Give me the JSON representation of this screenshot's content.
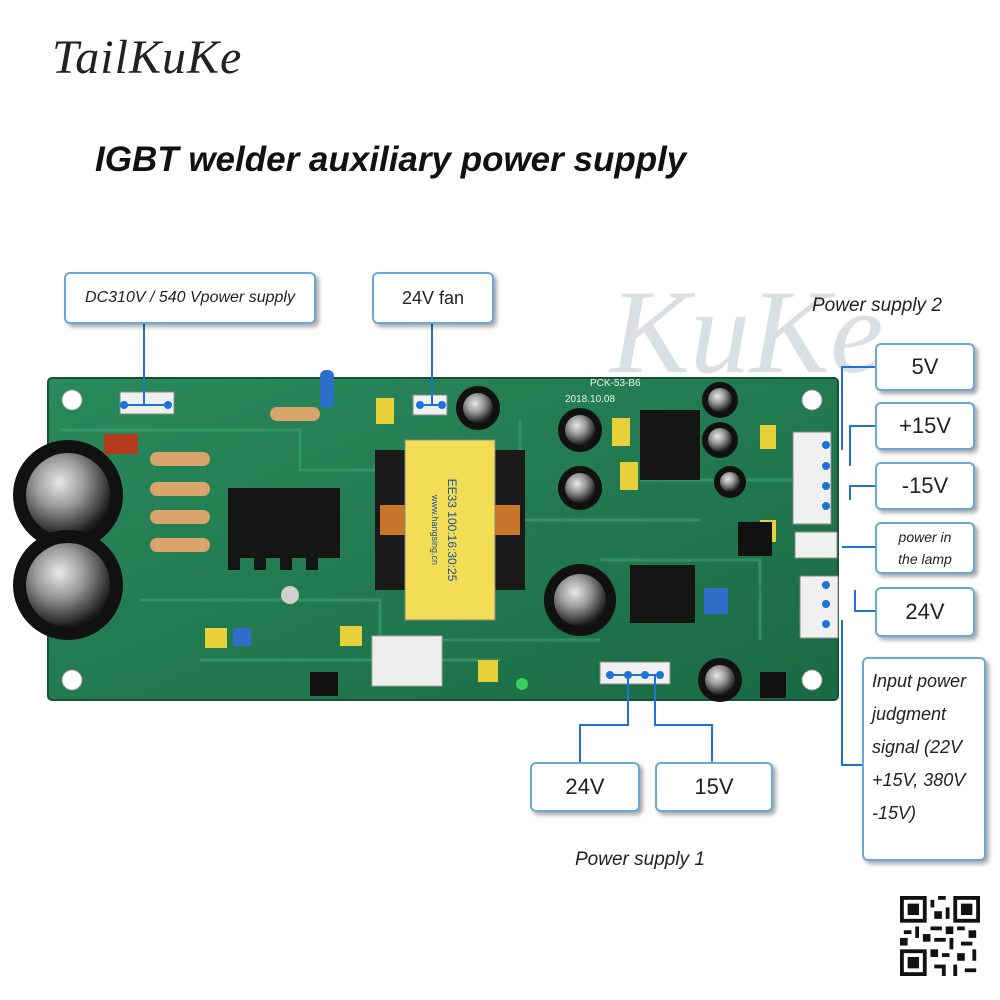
{
  "brand": "TailKuKe",
  "title": "IGBT welder auxiliary power supply",
  "sections": {
    "supply2": "Power supply 2",
    "supply1": "Power supply 1"
  },
  "callouts": {
    "dc_supply": "DC310V / 540 Vpower supply",
    "fan": "24V fan",
    "v5": "5V",
    "v15p": "+15V",
    "v15n": "-15V",
    "lamp_line1": "power in",
    "lamp_line2": "the lamp",
    "v24_right": "24V",
    "judgment": "Input power judgment signal (22V +15V, 380V -15V)",
    "v24_bottom": "24V",
    "v15_bottom": "15V"
  },
  "board_labels": {
    "model": "PCK-53-B6",
    "date": "2018.10.08",
    "transformer": "EE33 100:16:30:25",
    "transformer_site": "www.hangsing.cn"
  },
  "watermark": "KuKe",
  "colors": {
    "board": "#1f7a4f",
    "accent": "#6aa8d8",
    "connector_dot": "#1e73d8"
  }
}
